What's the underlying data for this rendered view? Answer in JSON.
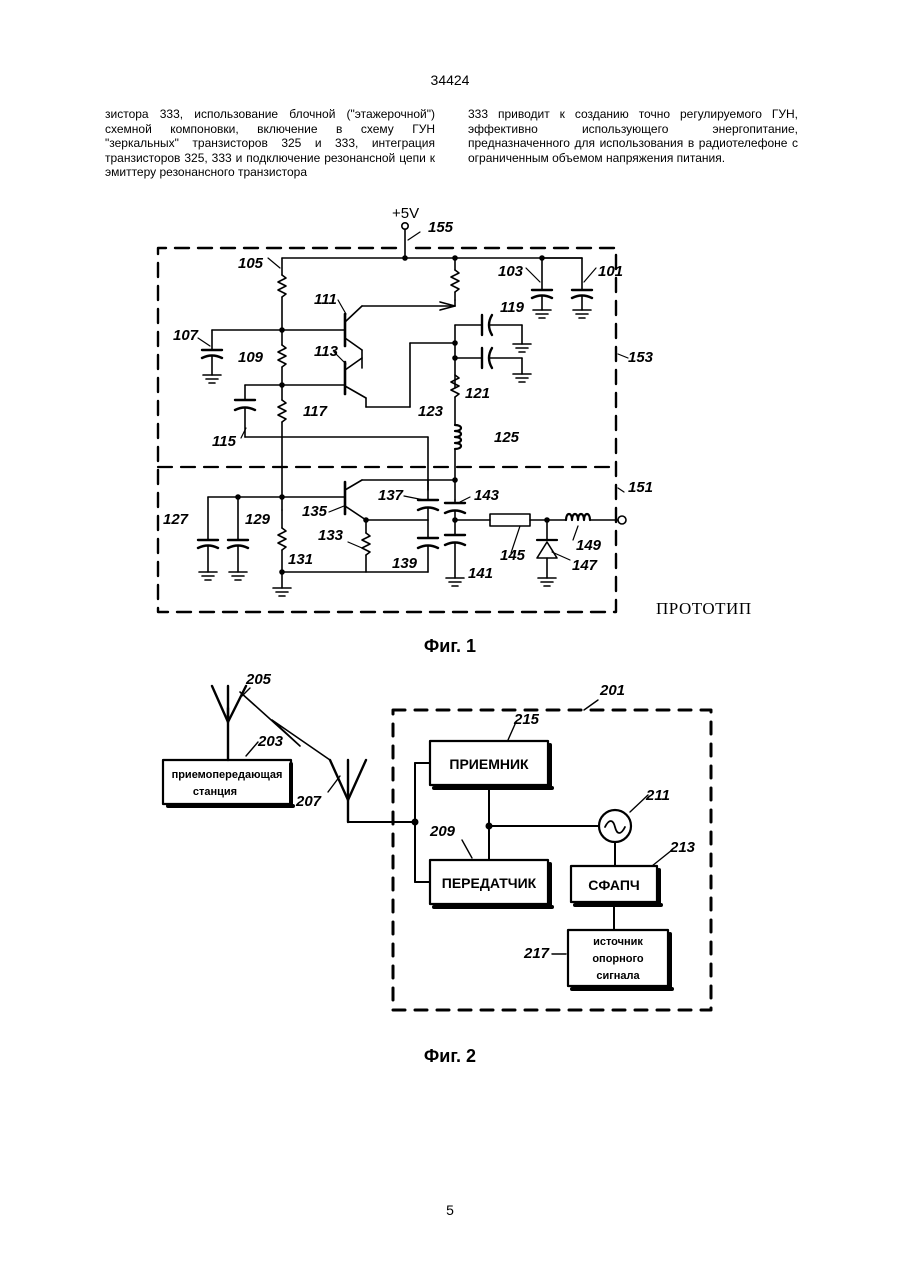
{
  "page": {
    "number_top": "34424",
    "number_bottom": "5"
  },
  "text": {
    "left_column": "зистора 333, использование блочной (\"этажерочной\") схемной компоновки, включение в схему ГУН \"зеркальных\" транзисторов 325 и 333, интеграция транзисторов 325, 333 и подключение резонансной цепи к эмиттеру резонансного транзистора",
    "right_column": "333 приводит к созданию точно регулируемого ГУН, эффективно использующего энергопитание, предназначенного для использования в радиотелефоне с ограниченным объемом напряжения питания."
  },
  "figure1": {
    "caption": "Фиг. 1",
    "stamp": "ПРОТОТИП",
    "supply": "+5V",
    "labels": {
      "n155": "155",
      "n105": "105",
      "n103": "103",
      "n101": "101",
      "n111": "111",
      "n119": "119",
      "n107": "107",
      "n109": "109",
      "n113": "113",
      "n153": "153",
      "n121": "121",
      "n123": "123",
      "n117": "117",
      "n115": "115",
      "n125": "125",
      "n151": "151",
      "n137": "137",
      "n143": "143",
      "n127": "127",
      "n129": "129",
      "n135": "135",
      "n133": "133",
      "n131": "131",
      "n139": "139",
      "n141": "141",
      "n145": "145",
      "n149": "149",
      "n147": "147"
    }
  },
  "figure2": {
    "caption": "Фиг. 2",
    "blocks": {
      "station_line1": "приемопередающая",
      "station_line2": "станция",
      "receiver": "ПРИЕМНИК",
      "transmitter": "ПЕРЕДАТЧИК",
      "pll": "СФАПЧ",
      "ref_line1": "источник",
      "ref_line2": "опорного",
      "ref_line3": "сигнала"
    },
    "labels": {
      "n205": "205",
      "n203": "203",
      "n207": "207",
      "n201": "201",
      "n215": "215",
      "n211": "211",
      "n209": "209",
      "n213": "213",
      "n217": "217"
    }
  }
}
